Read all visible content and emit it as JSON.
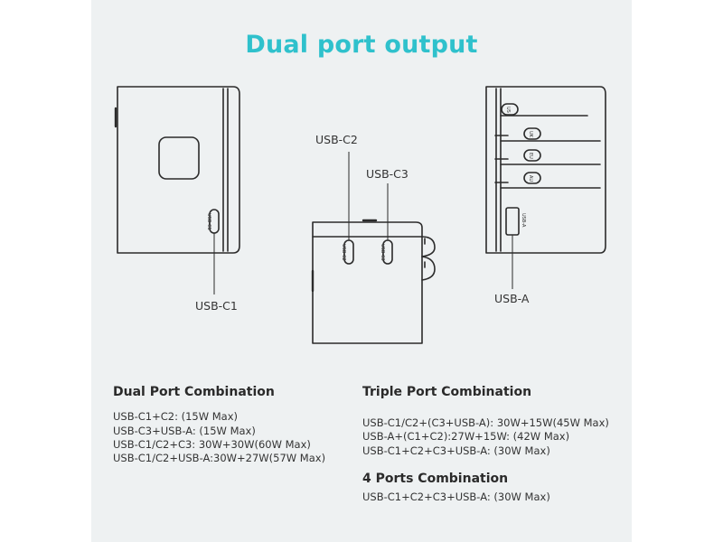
{
  "title": "Dual port output",
  "ports": {
    "usb_c1": "USB-C1",
    "usb_c2": "USB-C2",
    "usb_c3": "USB-C3",
    "usb_a": "USB-A"
  },
  "device_markings": {
    "c1": "USB-C1",
    "c2": "USB-C2",
    "c3": "USB-C3",
    "a": "USB-A",
    "plug_us": "US",
    "plug_uk": "UK",
    "plug_eu": "EU",
    "plug_au": "AU"
  },
  "dual": {
    "heading": "Dual Port Combination",
    "lines": [
      "USB-C1+C2: (15W Max)",
      "USB-C3+USB-A: (15W Max)",
      "USB-C1/C2+C3: 30W+30W(60W Max)",
      "USB-C1/C2+USB-A:30W+27W(57W Max)"
    ]
  },
  "triple": {
    "heading": "Triple Port Combination",
    "lines": [
      "USB-C1/C2+(C3+USB-A): 30W+15W(45W Max)",
      "USB-A+(C1+C2):27W+15W: (42W Max)",
      "USB-C1+C2+C3+USB-A: (30W Max)"
    ]
  },
  "four": {
    "heading": "4 Ports Combination",
    "lines": [
      "USB-C1+C2+C3+USB-A: (30W Max)"
    ]
  }
}
